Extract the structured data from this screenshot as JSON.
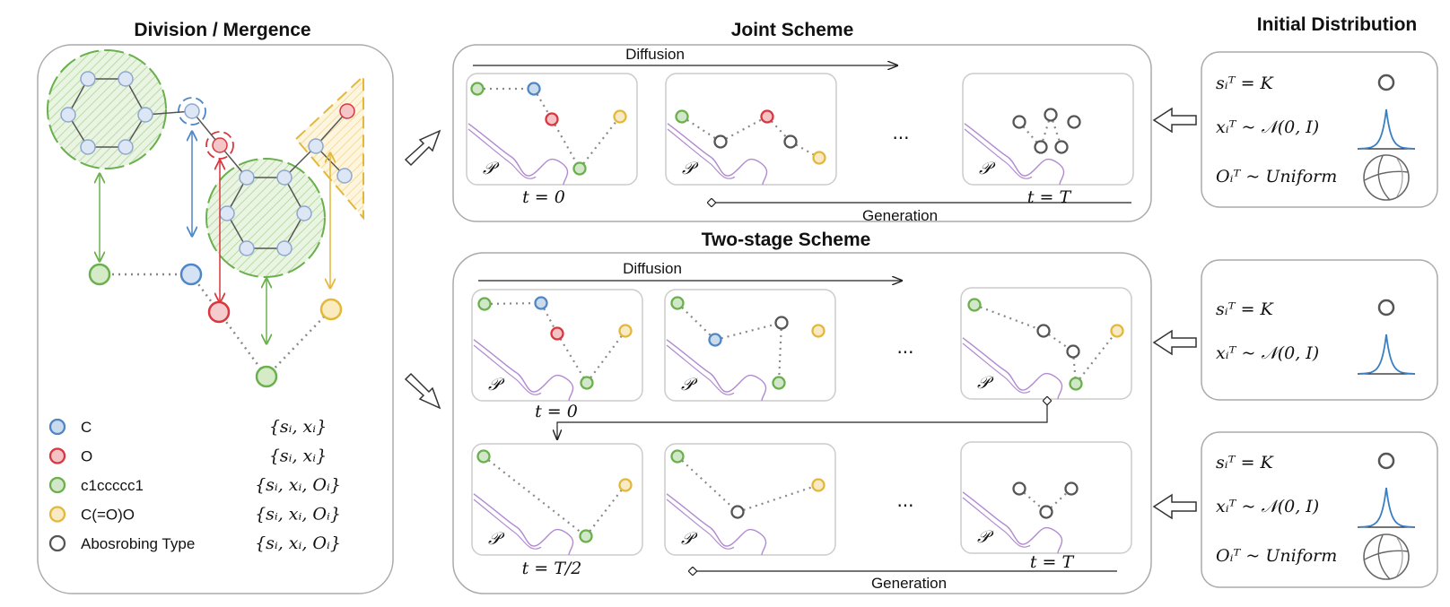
{
  "titles": {
    "division": "Division / Mergence",
    "joint": "Joint Scheme",
    "twostage": "Two-stage Scheme",
    "initial": "Initial Distribution"
  },
  "arrows": {
    "diffusion": "Diffusion",
    "generation": "Generation"
  },
  "legend": [
    {
      "name": "C",
      "set": "{sᵢ, xᵢ}",
      "color": "#4f86c6"
    },
    {
      "name": "O",
      "set": "{sᵢ, xᵢ}",
      "color": "#d9363e"
    },
    {
      "name": "c1ccccc1",
      "set": "{sᵢ, xᵢ, Oᵢ}",
      "color": "#6ab04c"
    },
    {
      "name": "C(=O)O",
      "set": "{sᵢ, xᵢ, Oᵢ}",
      "color": "#e3b83a"
    },
    {
      "name": "Abosrobing Type",
      "set": "{sᵢ, xᵢ, Oᵢ}",
      "color": "#555555"
    }
  ],
  "panels": {
    "pocket": "𝒫",
    "ellipsis": "...",
    "t0": "t = 0",
    "tT": "t = T",
    "tT2": "t = T/2"
  },
  "distributions": {
    "s": "sᵢᵀ = K",
    "x": "xᵢᵀ ~ 𝒩(0, I)",
    "o": "Oᵢᵀ ~ Uniform"
  },
  "colors": {
    "carbon": "#4f86c6",
    "oxygen": "#d9363e",
    "ring": "#6ab04c",
    "acid": "#e3b83a",
    "absorb": "#555555",
    "pocket": "#b18ad0",
    "gauss": "#3a7fc1"
  }
}
